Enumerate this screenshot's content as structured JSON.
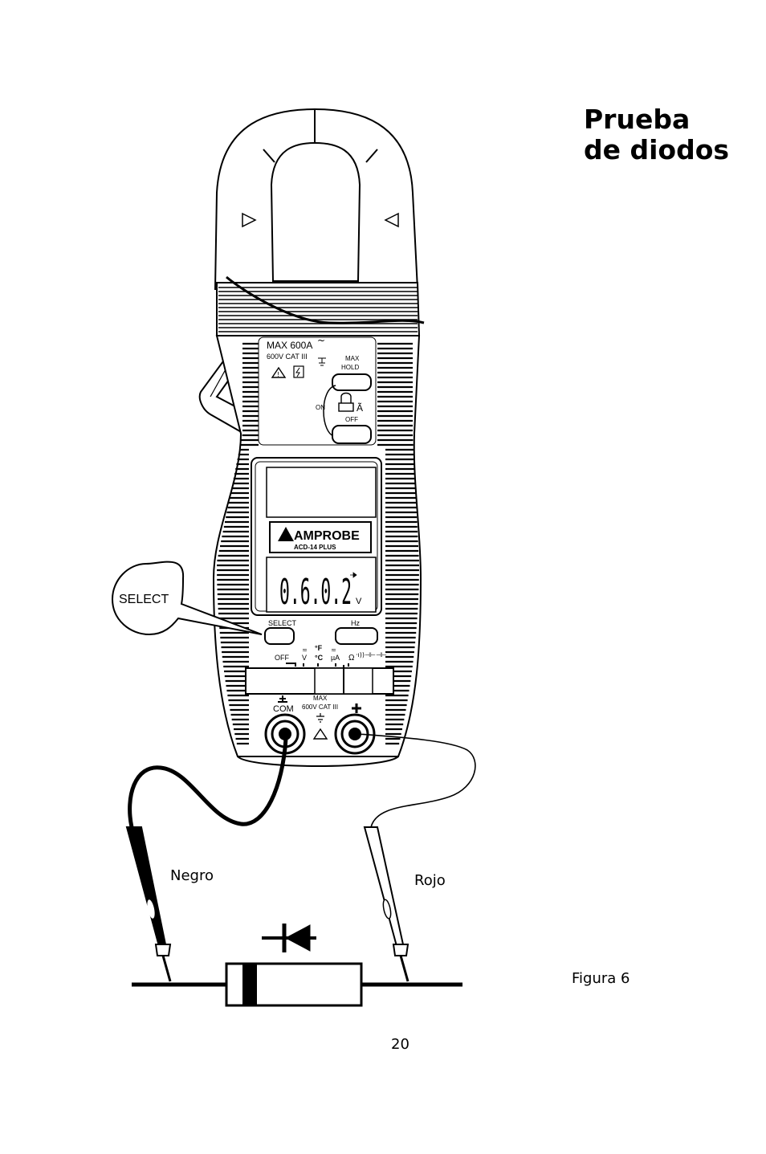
{
  "title_line1": "Prueba",
  "title_line2": "de diodos",
  "figure_caption": "Figura 6",
  "page_number": "20",
  "meter": {
    "rating_top": "MAX 600A",
    "cat_rating": "600V CAT III",
    "button_max_hold": {
      "line1": "MAX",
      "line2": "HOLD"
    },
    "on_label": "ON",
    "off_label": "OFF",
    "brand": "AMPROBE",
    "model": "ACD-14 PLUS",
    "display_reading": "0.6.0.2",
    "display_unit": "V",
    "select_label": "SELECT",
    "hz_label": "Hz",
    "dial_off": "OFF",
    "dial_v": "V",
    "dial_f": "°F",
    "dial_c": "°C",
    "dial_ua": "µA",
    "dial_ohm": "Ω",
    "jack_com": "COM",
    "jack_max": "MAX",
    "jack_cat": "600V CAT III"
  },
  "callout_select": "SELECT",
  "lead_black": "Negro",
  "lead_red": "Rojo"
}
